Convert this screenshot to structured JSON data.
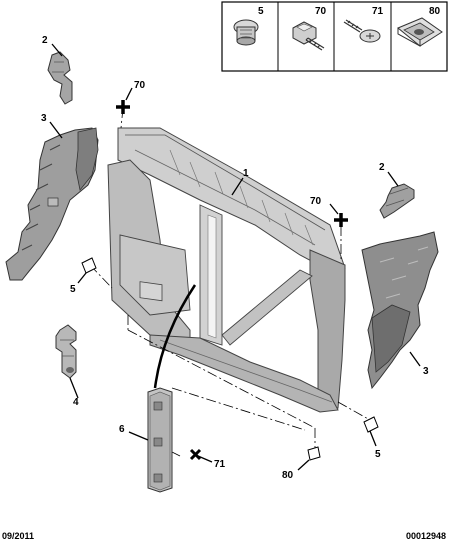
{
  "diagram": {
    "fastener_panel": {
      "cells": [
        {
          "ref": "5",
          "icon": "stud-clip-icon"
        },
        {
          "ref": "70",
          "icon": "hex-screw-icon"
        },
        {
          "ref": "71",
          "icon": "torx-screw-icon"
        },
        {
          "ref": "80",
          "icon": "cage-nut-icon"
        }
      ]
    },
    "callouts": {
      "front_panel": "1",
      "bracket_upper_left": "2",
      "bracket_upper_right": "2",
      "deflector_left": "3",
      "deflector_right": "3",
      "bracket_lower": "4",
      "clip_left": "5",
      "clip_right": "5",
      "reinforcement": "6",
      "screw_left": "70",
      "screw_right": "70",
      "screw_lower": "71",
      "nut": "80"
    },
    "footer": {
      "date": "09/2011",
      "reference": "00012948"
    }
  }
}
